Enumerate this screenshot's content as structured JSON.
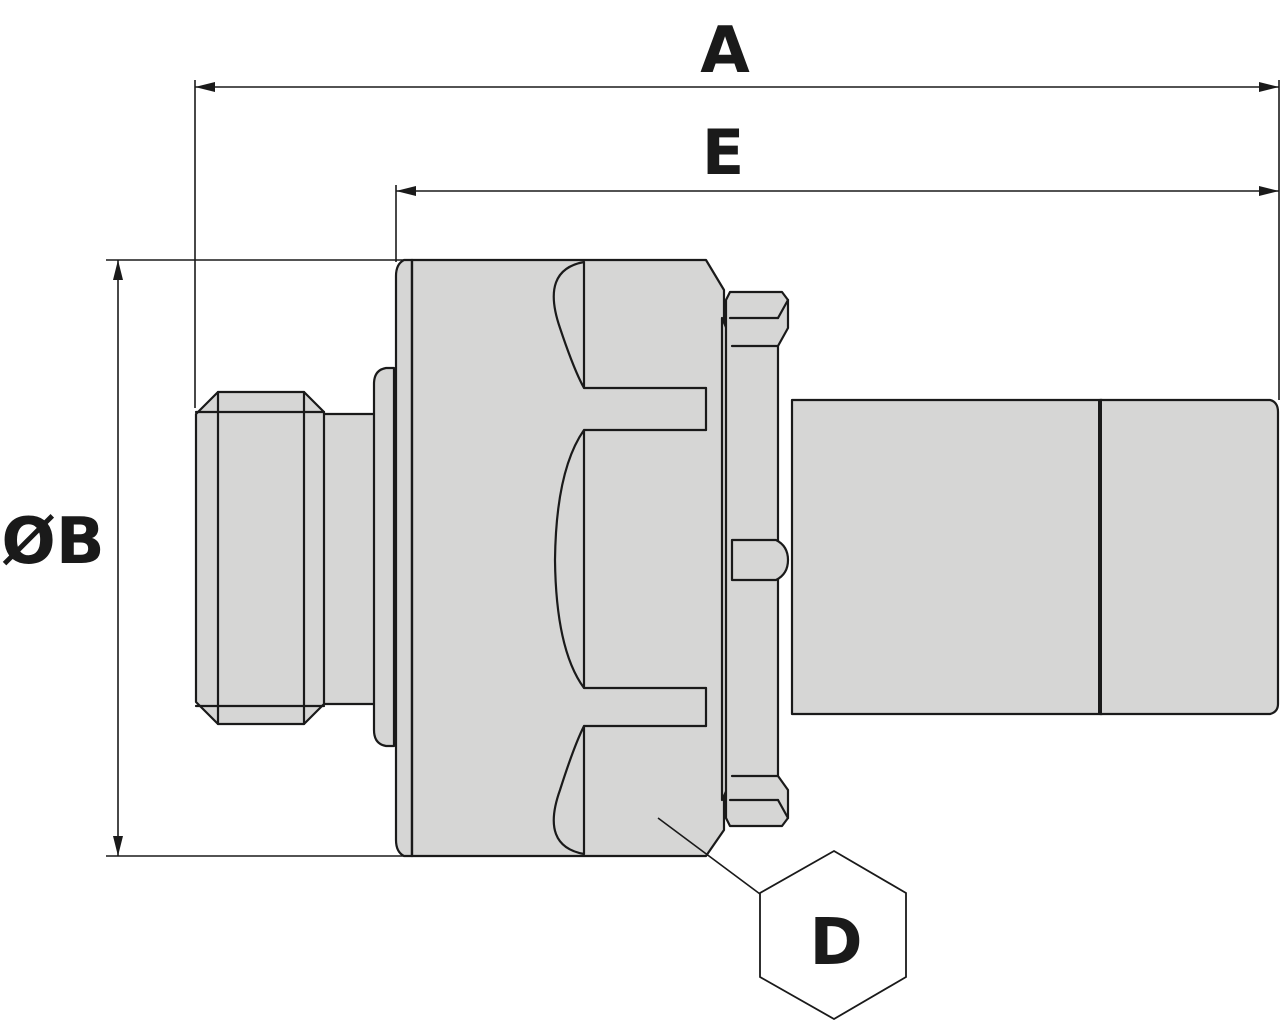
{
  "labels": {
    "overall_length": "A",
    "diameter": "ØB",
    "length_from_flange": "E",
    "hex_size": "D"
  },
  "colors": {
    "part_fill": "#d6d6d5",
    "line": "#1a1a1a",
    "background": "#ffffff"
  }
}
